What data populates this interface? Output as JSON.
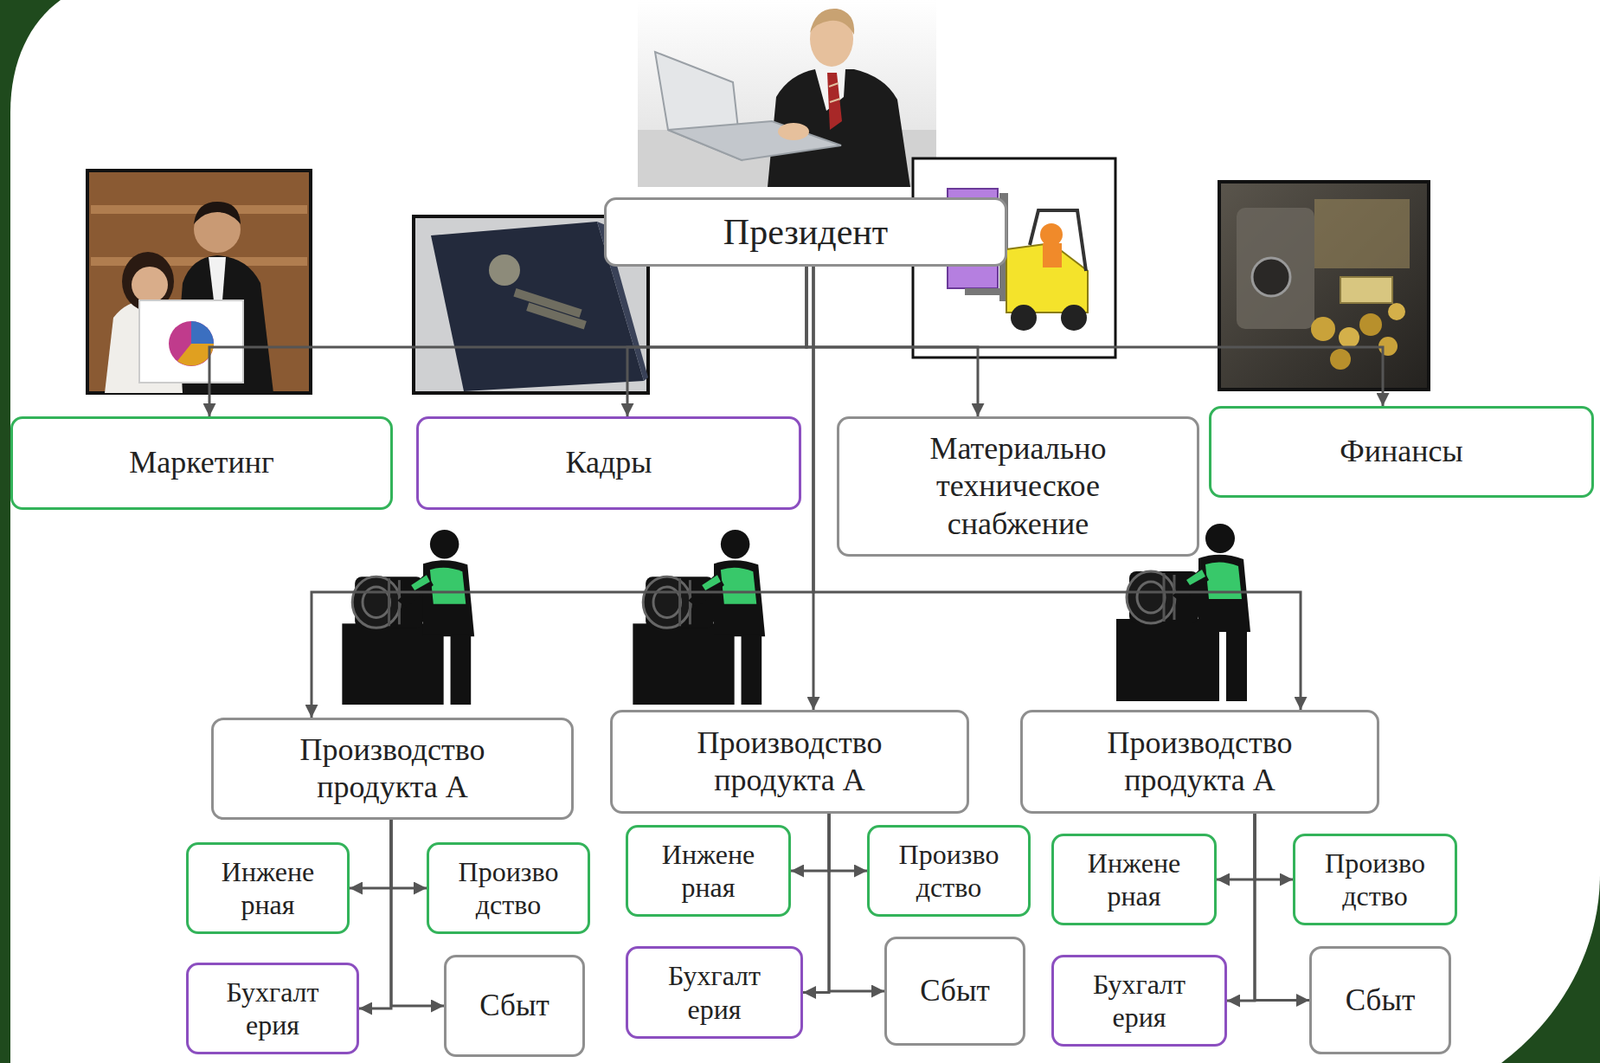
{
  "diagram": {
    "nodes": [
      {
        "text": [
          "Президент"
        ]
      },
      {
        "text": [
          "Маркетинг"
        ]
      },
      {
        "text": [
          "Кадры"
        ]
      },
      {
        "text": [
          "Материально техническое снабжение"
        ]
      },
      {
        "text": [
          "Финансы"
        ]
      },
      {
        "text": [
          "Производство продукта А"
        ]
      },
      {
        "text": [
          "Производство продукта А"
        ]
      },
      {
        "text": [
          "Производство продукта А"
        ]
      },
      {
        "text": [
          "Инжене рная"
        ]
      },
      {
        "text": [
          "Произво дство"
        ]
      },
      {
        "text": [
          "Бухгалт ерия"
        ]
      },
      {
        "text": [
          "Сбыт"
        ]
      },
      {
        "text": [
          "Инжене рная"
        ]
      },
      {
        "text": [
          "Произво дство"
        ]
      },
      {
        "text": [
          "Бухгалт ерия"
        ]
      },
      {
        "text": [
          "Сбыт"
        ]
      },
      {
        "text": [
          "Инжене рная"
        ]
      },
      {
        "text": [
          "Произво дство"
        ]
      },
      {
        "text": [
          "Бухгалт ерия"
        ]
      },
      {
        "text": [
          "Сбыт"
        ]
      }
    ],
    "edges": [
      {
        "from": 0,
        "to": 1,
        "arrow": "to"
      },
      {
        "from": 0,
        "to": 2,
        "arrow": "to"
      },
      {
        "from": 0,
        "to": 3,
        "arrow": "to"
      },
      {
        "from": 0,
        "to": 4,
        "arrow": "to"
      },
      {
        "from": 0,
        "to": 5,
        "arrow": "to"
      },
      {
        "from": 0,
        "to": 6,
        "arrow": "to"
      },
      {
        "from": 0,
        "to": 7,
        "arrow": "to"
      },
      {
        "from": 5,
        "to": 8,
        "arrow": "to"
      },
      {
        "from": 5,
        "to": 9,
        "arrow": "to"
      },
      {
        "from": 5,
        "to": 10,
        "arrow": "to"
      },
      {
        "from": 5,
        "to": 11,
        "arrow": "to"
      },
      {
        "from": 6,
        "to": 12,
        "arrow": "to"
      },
      {
        "from": 6,
        "to": 13,
        "arrow": "to"
      },
      {
        "from": 6,
        "to": 14,
        "arrow": "to"
      },
      {
        "from": 6,
        "to": 15,
        "arrow": "to"
      },
      {
        "from": 7,
        "to": 16,
        "arrow": "to"
      },
      {
        "from": 7,
        "to": 17,
        "arrow": "to"
      },
      {
        "from": 7,
        "to": 18,
        "arrow": "to"
      },
      {
        "from": 7,
        "to": 19,
        "arrow": "to"
      }
    ]
  }
}
